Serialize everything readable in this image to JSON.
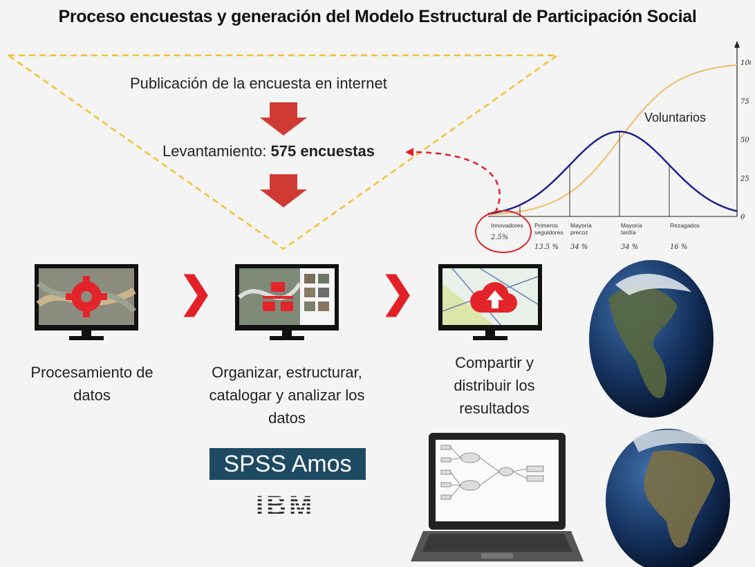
{
  "title": "Proceso encuestas y generación del Modelo Estructural de Participación Social",
  "funnel": {
    "step1": "Publicación de la encuesta en internet",
    "step2_prefix": "Levantamiento: ",
    "step2_bold": "575 encuestas"
  },
  "steps": [
    {
      "label": "Procesamiento de datos"
    },
    {
      "label": "Organizar, estructurar, catalogar y analizar los datos"
    },
    {
      "label": "Compartir y distribuir los resultados"
    }
  ],
  "logos": {
    "spss": "SPSS Amos",
    "ibm": "IBM"
  },
  "chart_data": {
    "type": "line",
    "annotation": "Voluntarios",
    "y_ticks": [
      "0",
      "25",
      "50",
      "75",
      "100"
    ],
    "ylim": [
      0,
      100
    ],
    "categories": [
      {
        "label": "Innovadores",
        "pct": "2.5%"
      },
      {
        "label": "Primeros seguidores",
        "pct": "13.5 %"
      },
      {
        "label": "Mayoría precoz",
        "pct": "34 %"
      },
      {
        "label": "Mayoría tardía",
        "pct": "34 %"
      },
      {
        "label": "Rezagados",
        "pct": "16 %"
      }
    ],
    "series": [
      {
        "kind": "bell",
        "color": "#1f1f8f"
      },
      {
        "kind": "cumulative",
        "color": "#f0c070"
      }
    ]
  },
  "colors": {
    "accent": "#e32028",
    "funnel": "#f2c12e",
    "spss_bg": "#1e4a63"
  }
}
